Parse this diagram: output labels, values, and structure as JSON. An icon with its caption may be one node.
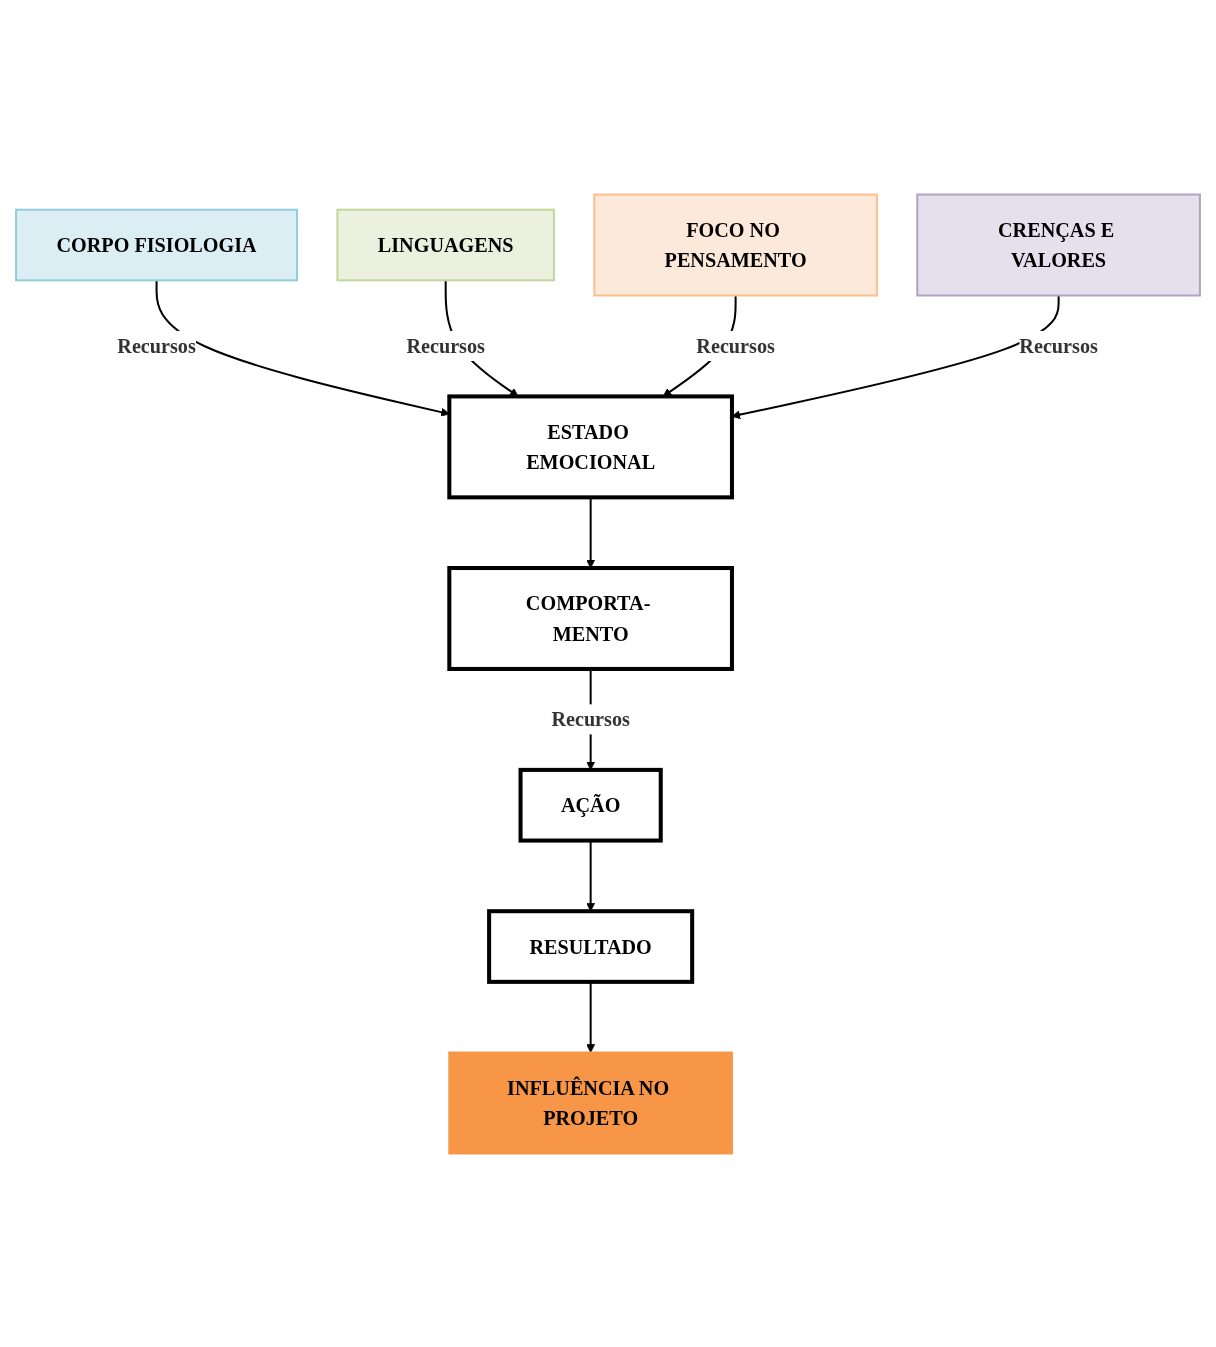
{
  "diagram": {
    "nodes": [
      {
        "text": [
          "CORPO FISIOLOGIA"
        ]
      },
      {
        "text": [
          "LINGUAGENS"
        ]
      },
      {
        "text": [
          "ESTADO EMOCIONAL"
        ]
      },
      {
        "text": [
          "FOCO NO PENSAMENTO"
        ]
      },
      {
        "text": [
          "CRENÇAS E VALORES"
        ]
      },
      {
        "text": [
          "COMPORTA- MENTO"
        ]
      },
      {
        "text": [
          "AÇÃO"
        ]
      },
      {
        "text": [
          "RESULTADO"
        ]
      },
      {
        "text": [
          "INFLUÊNCIA NO PROJETO"
        ]
      }
    ],
    "edges": [
      {
        "from": 0,
        "to": 2,
        "arrow": "to",
        "label": "Recursos"
      },
      {
        "from": 1,
        "to": 2,
        "arrow": "to",
        "label": "Recursos"
      },
      {
        "from": 3,
        "to": 2,
        "arrow": "to",
        "label": "Recursos"
      },
      {
        "from": 4,
        "to": 2,
        "arrow": "to",
        "label": "Recursos"
      },
      {
        "from": 2,
        "to": 5,
        "arrow": "to"
      },
      {
        "from": 5,
        "to": 6,
        "arrow": "to",
        "label": "Recursos"
      },
      {
        "from": 6,
        "to": 7,
        "arrow": "to"
      },
      {
        "from": 7,
        "to": 8,
        "arrow": "to"
      }
    ]
  }
}
